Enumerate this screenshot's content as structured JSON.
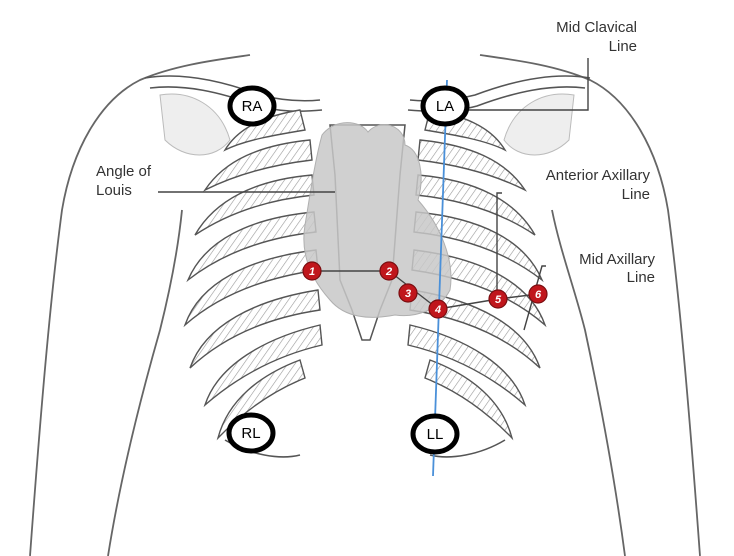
{
  "diagram": {
    "labels": {
      "mid_clavical": [
        "Mid Clavical",
        "Line"
      ],
      "angle_of_louis": [
        "Angle of",
        "Louis"
      ],
      "anterior_axillary": [
        "Anterior Axillary",
        "Line"
      ],
      "mid_axillary": [
        "Mid Axillary",
        "Line"
      ]
    },
    "limb_leads": {
      "ra": "RA",
      "la": "LA",
      "rl": "RL",
      "ll": "LL"
    },
    "precordial_leads": [
      "1",
      "2",
      "3",
      "4",
      "5",
      "6"
    ],
    "colors": {
      "lead_ring": "#000000",
      "precordial": "#c0161c",
      "mid_clavical_line": "#4a90d9",
      "heart": "#c8c8c8"
    }
  }
}
